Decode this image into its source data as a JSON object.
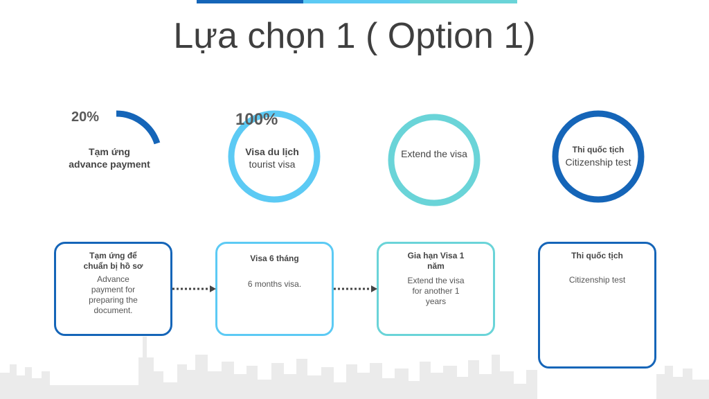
{
  "title": "Lựa chọn 1 ( Option 1)",
  "colors": {
    "dark_blue": "#1565b8",
    "light_blue": "#5ccaf4",
    "teal": "#6ad4d8",
    "skyline": "#e9e9e9"
  },
  "progress": [
    {
      "percent_label": "20%",
      "fraction": 0.2,
      "label_bold": "Tạm ứng",
      "label_bold_2": "advance payment",
      "label_text": ""
    },
    {
      "percent_label": "100%",
      "fraction": 1.0,
      "label_bold": "Visa du lịch",
      "label_bold_2": "",
      "label_text": "tourist visa"
    },
    {
      "percent_label": "",
      "fraction": 1.0,
      "label_bold": "",
      "label_bold_2": "",
      "label_text": "Extend the visa"
    },
    {
      "percent_label": "",
      "fraction": 1.0,
      "label_bold": "Thi quốc tịch",
      "label_bold_2": "",
      "label_text": "Citizenship test"
    }
  ],
  "cards": [
    {
      "title_1": "Tạm ứng để",
      "title_2": "chuẩn bị hồ sơ",
      "text_1": "Advance",
      "text_2": "payment for",
      "text_3": "preparing the",
      "text_4": "document."
    },
    {
      "title_1": "Visa 6 tháng",
      "title_2": "",
      "text_1": "6 months visa.",
      "text_2": "",
      "text_3": "",
      "text_4": ""
    },
    {
      "title_1": "Gia hạn Visa 1",
      "title_2": "năm",
      "text_1": "Extend the visa",
      "text_2": "for another 1",
      "text_3": "years",
      "text_4": ""
    },
    {
      "title_1": "Thi quốc tịch",
      "title_2": "",
      "text_1": "Citizenship test",
      "text_2": "",
      "text_3": "",
      "text_4": ""
    }
  ]
}
